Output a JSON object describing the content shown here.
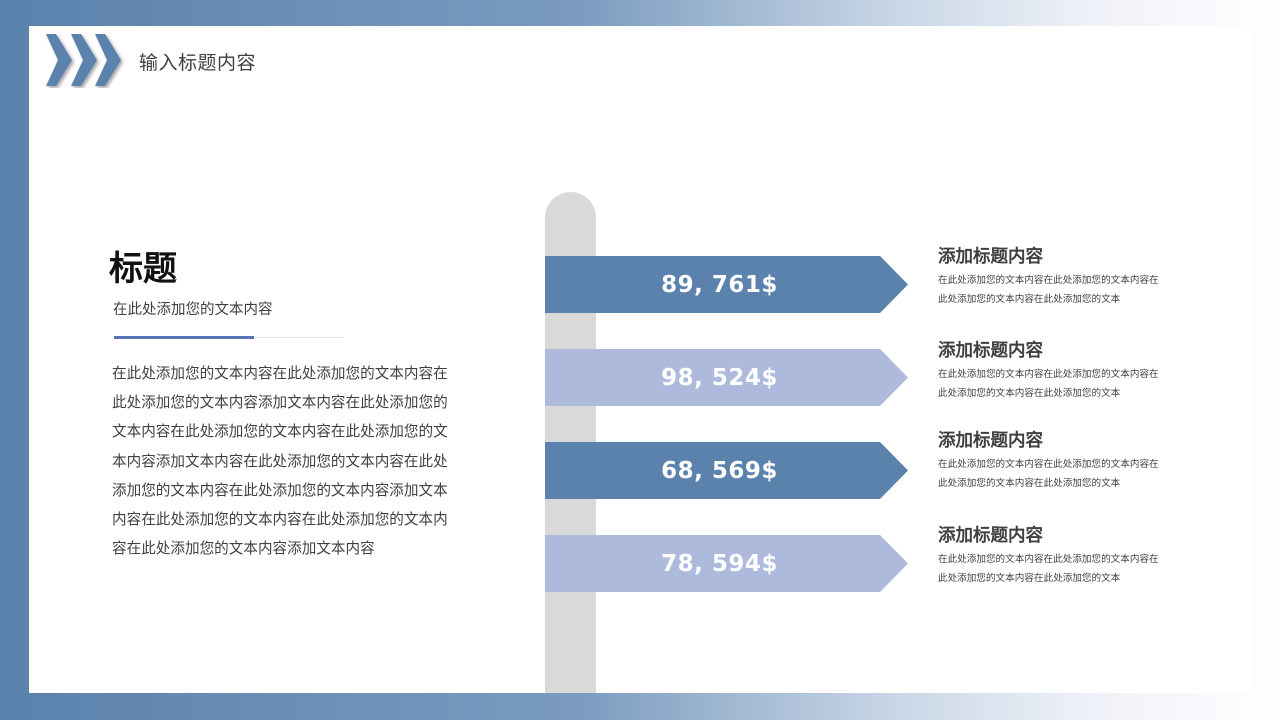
{
  "header": {
    "title": "输入标题内容",
    "logo_icon": "triple-chevron-right-icon"
  },
  "colors": {
    "primary": "#5a82ad",
    "secondary": "#aebadc",
    "accent_line": "#5873b3",
    "pole": "#d9d9d9",
    "text": "#404040"
  },
  "left_panel": {
    "title": "标题",
    "subtitle": "在此处添加您的文本内容",
    "body": "在此处添加您的文本内容在此处添加您的文本内容在此处添加您的文本内容添加文本内容在此处添加您的文本内容在此处添加您的文本内容在此处添加您的文本内容添加文本内容在此处添加您的文本内容在此处添加您的文本内容在此处添加您的文本内容添加文本内容在此处添加您的文本内容在此处添加您的文本内容在此处添加您的文本内容添加文本内容"
  },
  "signposts": [
    {
      "value": "89, 761$",
      "color": "#5a82ad",
      "title": "添加标题内容",
      "desc": "在此处添加您的文本内容在此处添加您的文本内容在此处添加您的文本内容在此处添加您的文本"
    },
    {
      "value": "98, 524$",
      "color": "#aebadc",
      "title": "添加标题内容",
      "desc": "在此处添加您的文本内容在此处添加您的文本内容在此处添加您的文本内容在此处添加您的文本"
    },
    {
      "value": "68, 569$",
      "color": "#5a82ad",
      "title": "添加标题内容",
      "desc": "在此处添加您的文本内容在此处添加您的文本内容在此处添加您的文本内容在此处添加您的文本"
    },
    {
      "value": "78, 594$",
      "color": "#aebadc",
      "title": "添加标题内容",
      "desc": "在此处添加您的文本内容在此处添加您的文本内容在此处添加您的文本内容在此处添加您的文本"
    }
  ]
}
